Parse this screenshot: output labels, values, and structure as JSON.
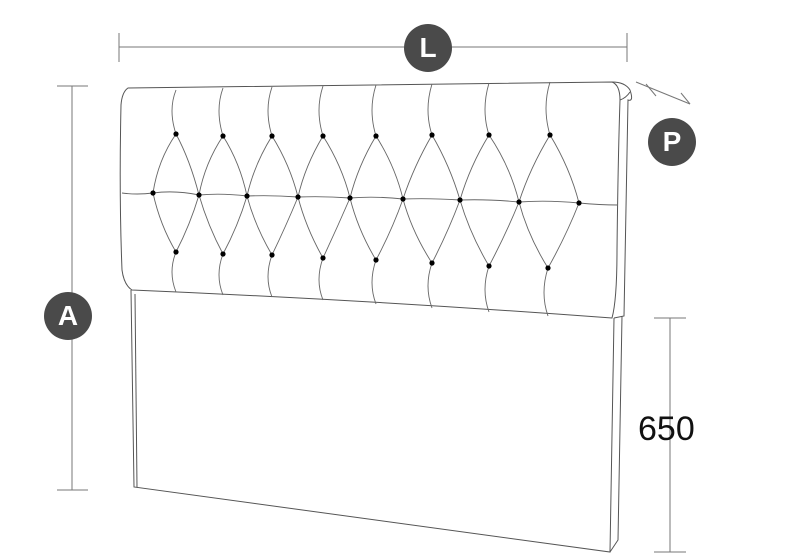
{
  "labels": {
    "length": "L",
    "depth": "P",
    "height": "A"
  },
  "dimensions": {
    "leg_height": "650"
  },
  "colors": {
    "badge_fill": "#4a4a4a",
    "badge_text": "#ffffff",
    "line": "#555555",
    "dim_line": "#777777",
    "button": "#000000"
  }
}
